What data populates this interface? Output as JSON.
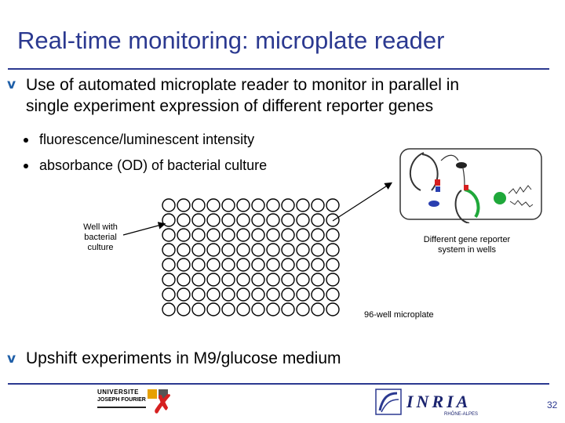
{
  "slide": {
    "title": "Real-time monitoring: microplate reader",
    "bullet1": {
      "line1": "Use of automated microplate reader to monitor in parallel in",
      "line2": "single experiment expression of different reporter genes"
    },
    "subitems": [
      "fluorescence/luminescent intensity",
      "absorbance (OD) of bacterial culture"
    ],
    "labels": {
      "well_line1": "Well with",
      "well_line2": "bacterial",
      "well_line3": "culture",
      "reporter_line1": "Different gene reporter",
      "reporter_line2": "system in wells",
      "plate": "96-well microplate"
    },
    "bullet2": "Upshift experiments in M9/glucose medium",
    "footer": {
      "logo_left_line1": "UNIVERSITE",
      "logo_left_line2": "JOSEPH FOURIER",
      "logo_right": "INRIA",
      "logo_right_sub": "RHÔNE-ALPES",
      "page_number": "32"
    }
  },
  "colors": {
    "accent": "#2b3990",
    "bullet": "#1f5fa8",
    "green": "#1fa83a",
    "red": "#d62020",
    "blue": "#2a3fb0"
  },
  "plate": {
    "rows": 8,
    "cols": 12
  }
}
